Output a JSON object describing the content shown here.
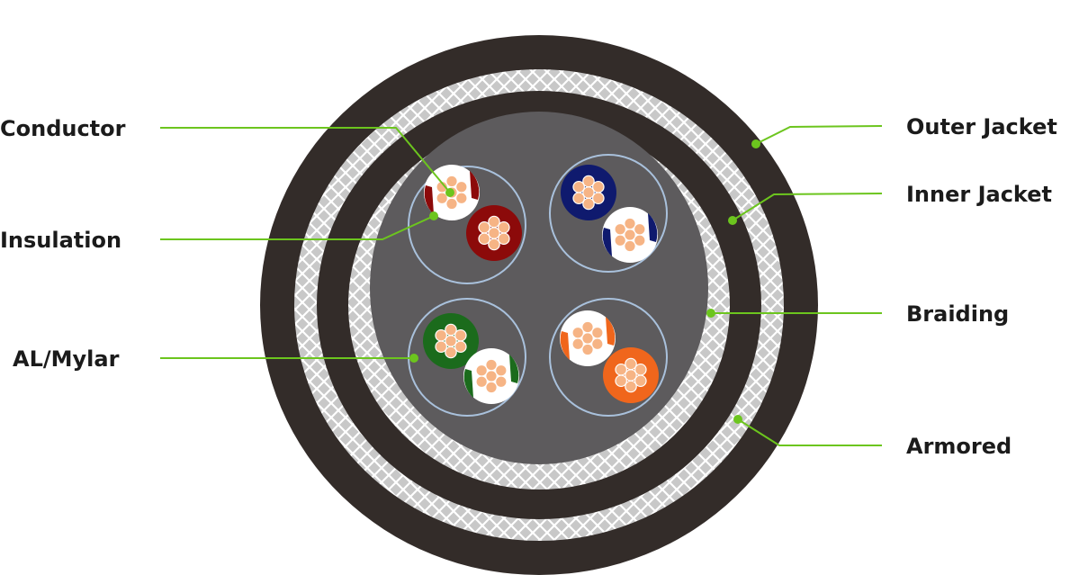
{
  "labels": {
    "conductor": "Conductor",
    "insulation": "Insulation",
    "al_mylar": "AL/Mylar",
    "outer_jacket": "Outer Jacket",
    "inner_jacket": "Inner Jacket",
    "braiding": "Braiding",
    "armored": "Armored"
  },
  "colors": {
    "jacket": "#332c29",
    "core": "#5d5b5d",
    "braid_fill": "#c8c8c8",
    "braid_line": "#ffffff",
    "leader": "#6cc51e",
    "pair_ring": "#a9c1dc",
    "copper": "#f6b485",
    "blue": "#0f1a6e",
    "brown": "#8c0a0a",
    "green": "#1b6b1c",
    "orange": "#f0661c",
    "white": "#ffffff"
  },
  "pairs": [
    {
      "name": "brown-pair",
      "color": "brown"
    },
    {
      "name": "blue-pair",
      "color": "blue"
    },
    {
      "name": "green-pair",
      "color": "green"
    },
    {
      "name": "orange-pair",
      "color": "orange"
    }
  ]
}
